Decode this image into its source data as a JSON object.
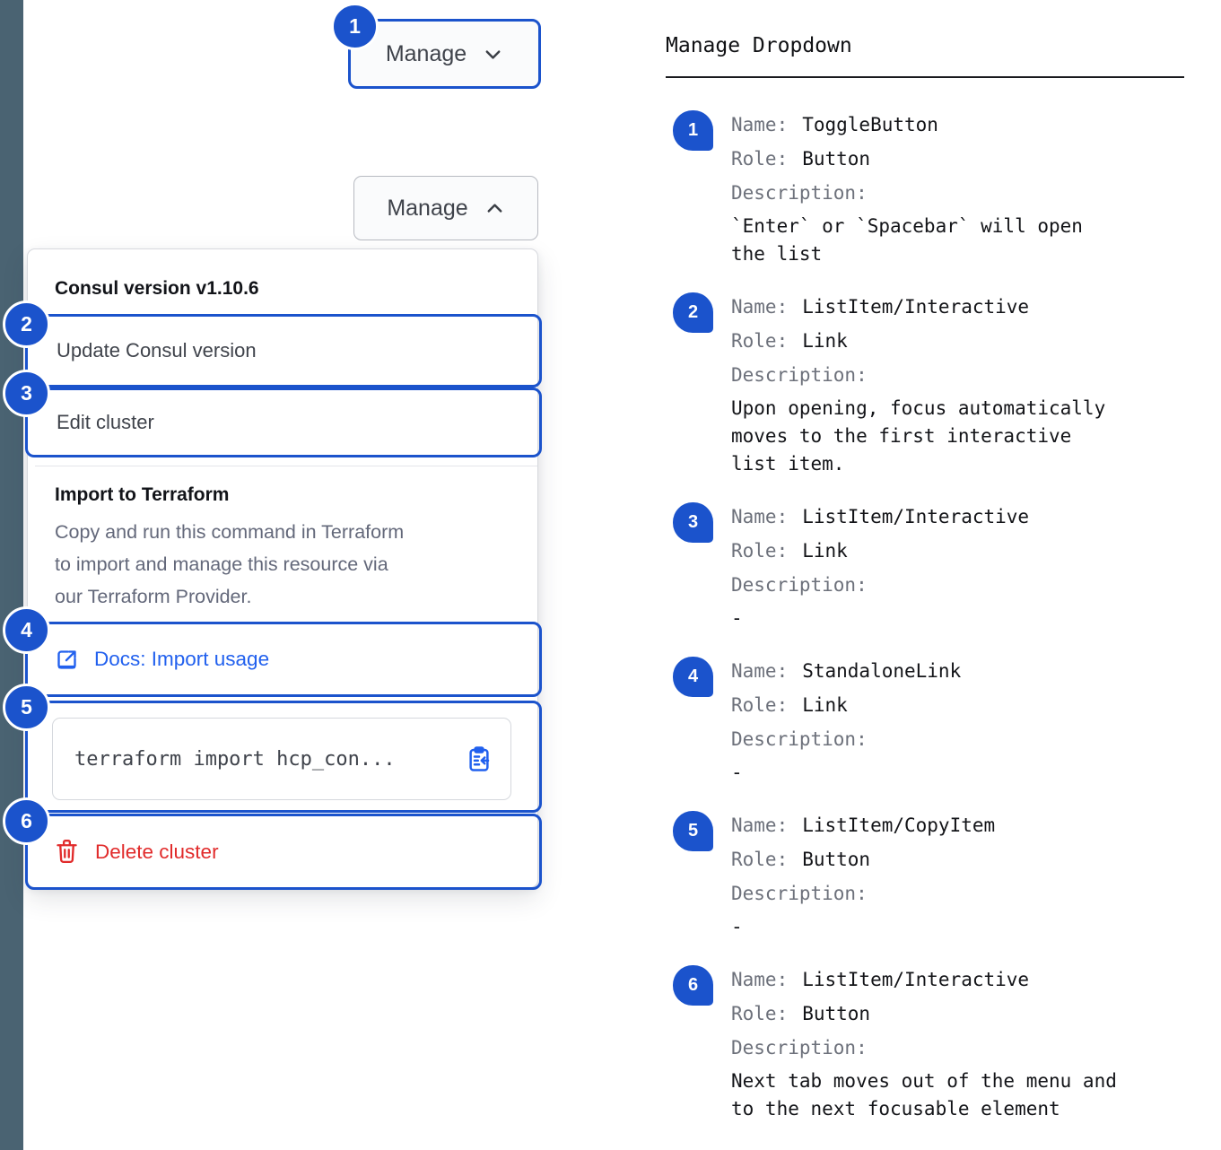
{
  "colors": {
    "accent_blue": "#1b53cc",
    "link_blue": "#2160ee",
    "danger_red": "#e12b2b",
    "strip": "#4a6372"
  },
  "stage": {
    "badges": [
      "1",
      "2",
      "3",
      "4",
      "5",
      "6"
    ],
    "toggle_button": {
      "label": "Manage"
    },
    "open_button": {
      "label": "Manage"
    },
    "dropdown": {
      "version_label": "Consul version v1.10.6",
      "update_item": "Update Consul version",
      "edit_item": "Edit cluster",
      "terraform": {
        "title": "Import to Terraform",
        "description_lines": [
          "Copy and run this command in Terraform",
          "to import and manage this resource via",
          "our Terraform Provider."
        ],
        "docs_link": "Docs: Import usage",
        "code": "terraform import hcp_con..."
      },
      "delete_label": "Delete cluster"
    }
  },
  "annotations": {
    "title": "Manage Dropdown",
    "labels": {
      "name": "Name:",
      "role": "Role:",
      "description": "Description:"
    },
    "items": [
      {
        "num": "1",
        "name": "ToggleButton",
        "role": "Button",
        "desc_lines": [
          "`Enter` or `Spacebar` will open",
          "the list"
        ]
      },
      {
        "num": "2",
        "name": "ListItem/Interactive",
        "role": "Link",
        "desc_lines": [
          "Upon opening, focus automatically",
          "moves to the first interactive",
          "list item."
        ]
      },
      {
        "num": "3",
        "name": "ListItem/Interactive",
        "role": "Link",
        "desc_lines": [
          "-"
        ]
      },
      {
        "num": "4",
        "name": "StandaloneLink",
        "role": "Link",
        "desc_lines": [
          "-"
        ]
      },
      {
        "num": "5",
        "name": "ListItem/CopyItem",
        "role": "Button",
        "desc_lines": [
          "-"
        ]
      },
      {
        "num": "6",
        "name": "ListItem/Interactive",
        "role": "Button",
        "desc_lines": [
          "Next tab moves out of the menu and",
          "to the next focusable element"
        ]
      }
    ]
  }
}
